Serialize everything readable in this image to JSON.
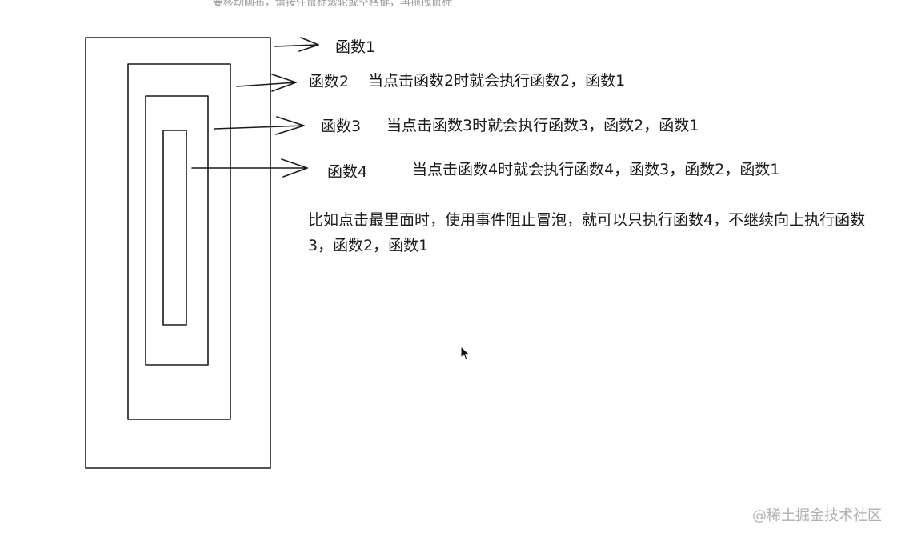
{
  "canvas_hint": "要移动画布，请按住鼠标滚轮或空格键，再拖拽鼠标",
  "diagram": {
    "boxes": [
      {
        "name": "函数1"
      },
      {
        "name": "函数2"
      },
      {
        "name": "函数3"
      },
      {
        "name": "函数4"
      }
    ],
    "labels": {
      "f1": "函数1",
      "f2": "函数2",
      "f3": "函数3",
      "f4": "函数4"
    },
    "notes": {
      "f2": "当点击函数2时就会执行函数2，函数1",
      "f3": "当点击函数3时就会执行函数3，函数2，函数1",
      "f4": "当点击函数4时就会执行函数4，函数3，函数2，函数1"
    },
    "explanation": "比如点击最里面时，使用事件阻止冒泡，就可以只执行函数4，不继续向上执行函数3，函数2，函数1"
  },
  "watermark": "@稀土掘金技术社区",
  "icons": {
    "cursor": "mouse-pointer-icon"
  }
}
